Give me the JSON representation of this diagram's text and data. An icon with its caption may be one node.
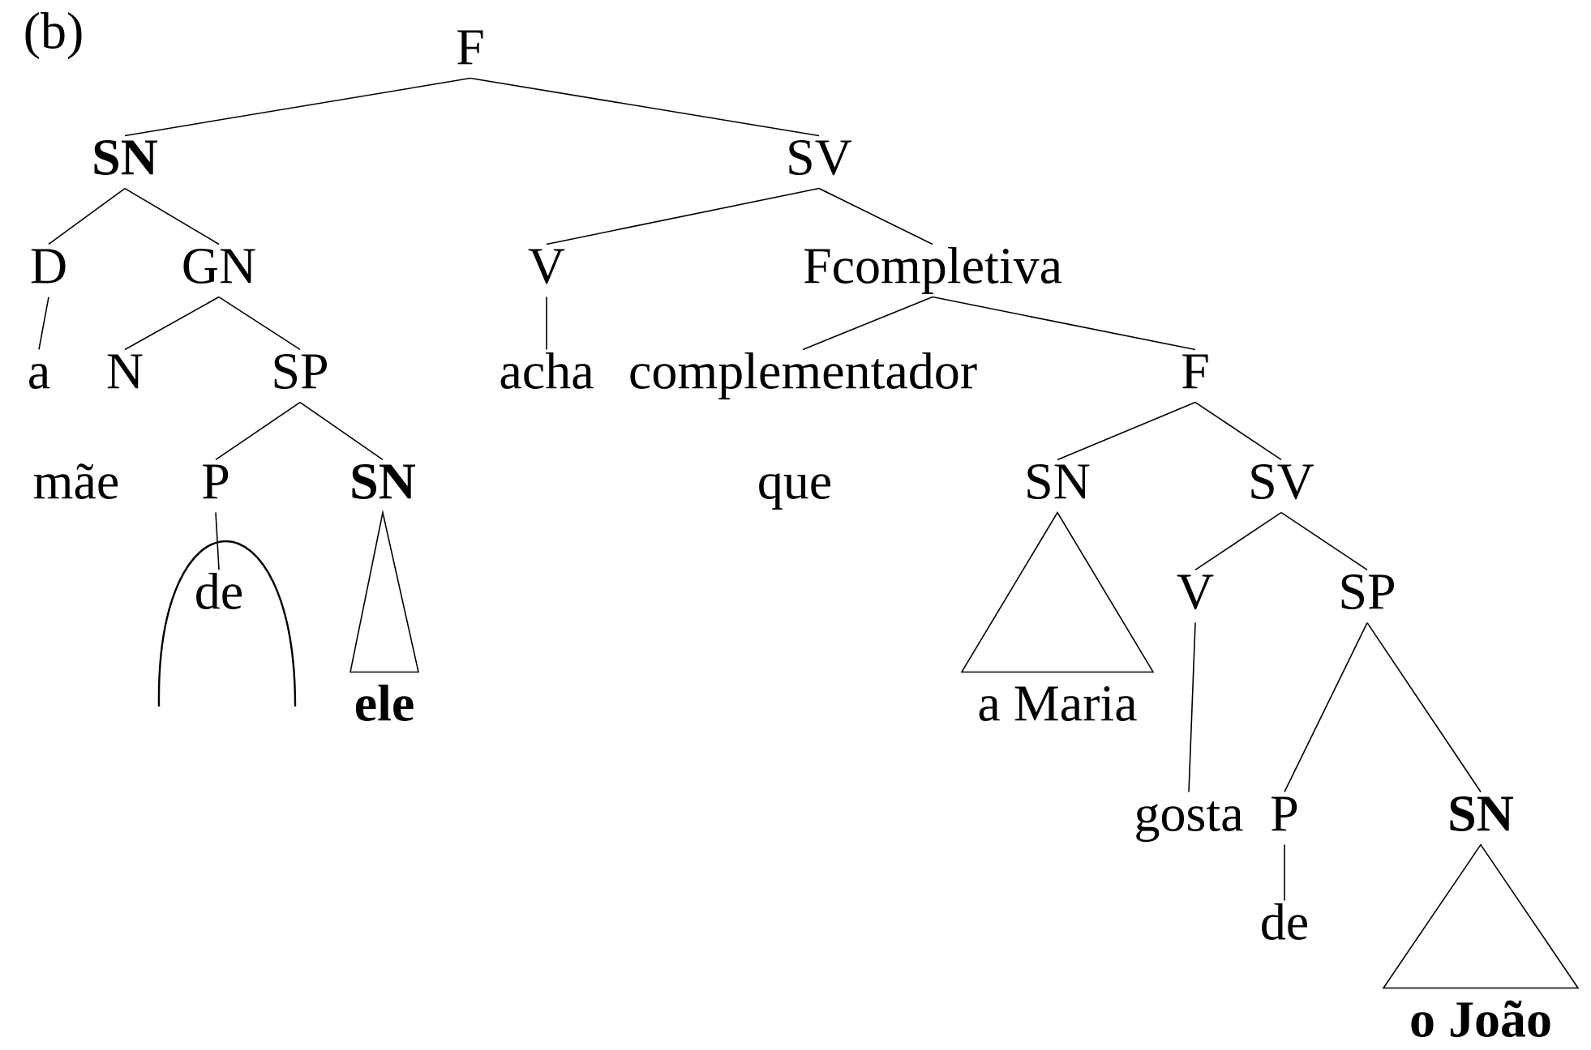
{
  "diagram": {
    "nodes": [
      {
        "text": [
          "F"
        ]
      },
      {
        "text": [
          "SN"
        ]
      },
      {
        "text": [
          "SV"
        ]
      },
      {
        "text": [
          "D"
        ]
      },
      {
        "text": [
          "GN"
        ]
      },
      {
        "text": [
          "V"
        ]
      },
      {
        "text": [
          "Fcompletiva"
        ]
      },
      {
        "text": [
          "a"
        ]
      },
      {
        "text": [
          "N"
        ]
      },
      {
        "text": [
          "SP"
        ]
      },
      {
        "text": [
          "acha"
        ]
      },
      {
        "text": [
          "complementador"
        ]
      },
      {
        "text": [
          "F"
        ]
      },
      {
        "text": [
          "mãe"
        ]
      },
      {
        "text": [
          "P"
        ]
      },
      {
        "text": [
          "SN"
        ]
      },
      {
        "text": [
          "que"
        ]
      },
      {
        "text": [
          "SN"
        ]
      },
      {
        "text": [
          "SV"
        ]
      },
      {
        "text": [
          "de"
        ]
      },
      {
        "text": [
          "ele"
        ]
      },
      {
        "text": [
          "V"
        ]
      },
      {
        "text": [
          "SP"
        ]
      },
      {
        "text": [
          "a Maria"
        ]
      },
      {
        "text": [
          "gosta"
        ]
      },
      {
        "text": [
          "P"
        ]
      },
      {
        "text": [
          "SN"
        ]
      },
      {
        "text": [
          "de"
        ]
      },
      {
        "text": [
          "o João"
        ]
      }
    ],
    "edges": [
      {
        "from": 0,
        "to": 1,
        "arrow": "none"
      },
      {
        "from": 0,
        "to": 2,
        "arrow": "none"
      },
      {
        "from": 1,
        "to": 3,
        "arrow": "none"
      },
      {
        "from": 1,
        "to": 4,
        "arrow": "none"
      },
      {
        "from": 3,
        "to": 7,
        "arrow": "none"
      },
      {
        "from": 4,
        "to": 8,
        "arrow": "none"
      },
      {
        "from": 4,
        "to": 9,
        "arrow": "none"
      },
      {
        "from": 9,
        "to": 14,
        "arrow": "none"
      },
      {
        "from": 9,
        "to": 15,
        "arrow": "none"
      },
      {
        "from": 14,
        "to": 19,
        "arrow": "none"
      },
      {
        "from": 15,
        "to": 20,
        "arrow": "none"
      },
      {
        "from": 2,
        "to": 5,
        "arrow": "none"
      },
      {
        "from": 2,
        "to": 6,
        "arrow": "none"
      },
      {
        "from": 5,
        "to": 10,
        "arrow": "none"
      },
      {
        "from": 6,
        "to": 11,
        "arrow": "none"
      },
      {
        "from": 6,
        "to": 12,
        "arrow": "none"
      },
      {
        "from": 12,
        "to": 17,
        "arrow": "none"
      },
      {
        "from": 12,
        "to": 18,
        "arrow": "none"
      },
      {
        "from": 17,
        "to": 23,
        "arrow": "none"
      },
      {
        "from": 18,
        "to": 21,
        "arrow": "none"
      },
      {
        "from": 18,
        "to": 22,
        "arrow": "none"
      },
      {
        "from": 21,
        "to": 24,
        "arrow": "none"
      },
      {
        "from": 22,
        "to": 25,
        "arrow": "none"
      },
      {
        "from": 22,
        "to": 26,
        "arrow": "none"
      },
      {
        "from": 25,
        "to": 27,
        "arrow": "none"
      },
      {
        "from": 26,
        "to": 28,
        "arrow": "none"
      }
    ],
    "labels": [
      "(b)"
    ]
  }
}
